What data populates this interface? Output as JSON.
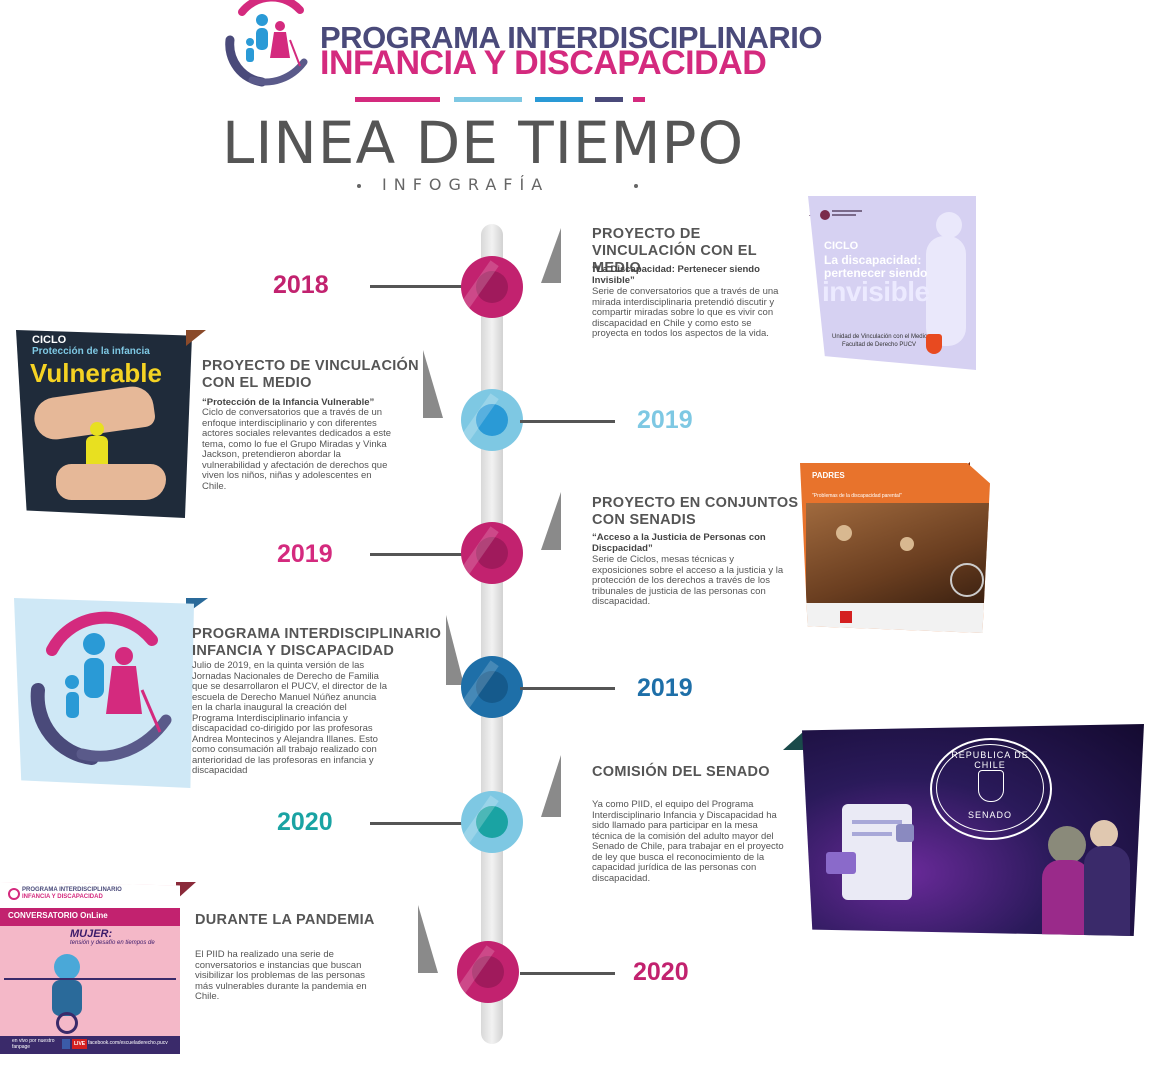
{
  "header": {
    "logo_line1": "PROGRAMA INTERDISCIPLINARIO",
    "logo_line2": "INFANCIA Y DISCAPACIDAD",
    "title": "LINEA DE TIEMPO",
    "subtitle": "INFOGRAFÍA",
    "dash_colors": [
      "#d42a7e",
      "#7ec8e3",
      "#2a9ad6",
      "#4a4a7a",
      "#d42a7e"
    ]
  },
  "colors": {
    "magenta": "#c2226f",
    "light_blue": "#7ec8e3",
    "blue": "#1f8bd6",
    "dark_blue": "#1e6fa8",
    "teal": "#1aa3a3",
    "pink": "#d42a7e"
  },
  "events": [
    {
      "year": "2018",
      "heading": "PROYECTO DE VINCULACIÓN CON EL MEDIO",
      "quote": "“La Discapacidad: Pertenecer siendo Invisible”",
      "body": "Serie de conversatorios que a través de una mirada interdisciplinaria pretendió discutir y compartir miradas sobre lo que es vivir con discapacidad en Chile y como esto se proyecta en todos los aspectos de la vida."
    },
    {
      "year": "2019",
      "heading": "PROYECTO DE VINCULACIÓN CON EL MEDIO",
      "quote": "“Protección de la Infancia Vulnerable”",
      "body": "Ciclo de conversatorios que a través de un enfoque interdisciplinario y con diferentes actores sociales relevantes dedicados a este tema, como lo fue el Grupo Miradas y Vinka Jackson, pretendieron abordar la vulnerabilidad y afectación de derechos que viven los niños, niñas y adolescentes en Chile."
    },
    {
      "year": "2019",
      "heading": "PROYECTO EN CONJUNTOS CON SENADIS",
      "quote": "“Acceso a la Justicia de Personas con Discpacidad”",
      "body": "Serie de Ciclos, mesas técnicas y exposiciones sobre el acceso a la justicia y la protección de los derechos a través de los tribunales de justicia de las personas con discapacidad."
    },
    {
      "year": "2019",
      "heading": "PROGRAMA INTERDISCIPLINARIO INFANCIA Y DISCAPACIDAD",
      "body": "Julio de 2019, en la quinta versión de las Jornadas Nacionales de Derecho de Familia que se desarrollaron el PUCV, el director de la escuela de Derecho Manuel Núñez anuncia en la charla inaugural la creación del Programa Interdisciplinario infancia y discapacidad co-dirigido por las profesoras Andrea Montecinos y Alejandra Illanes. Esto como consumación all trabajo realizado con anterioridad de las profesoras en infancia y discapacidad"
    },
    {
      "year": "2020",
      "heading": "COMISIÓN DEL SENADO",
      "body": "Ya como PIID, el equipo del Programa Interdisciplinario Infancia y Discapacidad ha sido llamado para participar en la mesa técnica de la comisión del adulto mayor del Senado de Chile, para trabajar en el proyecto de ley que busca el reconocimiento de la capacidad jurídica de las personas con discapacidad."
    },
    {
      "year": "2020",
      "heading": "DURANTE LA PANDEMIA",
      "body": "El PIID ha realizado una serie de conversatorios e instancias que buscan visibilizar los problemas de las personas más vulnerables durante la pandemia en Chile."
    }
  ],
  "cards": {
    "invisible": {
      "label": "CICLO",
      "line": "La discapacidad:",
      "line2": "pertenecer siendo",
      "big": "invisible",
      "footer1": "Unidad de Vinculación con el Medio",
      "footer2": "Facultad de Derecho PUCV"
    },
    "vulnerable": {
      "label": "CICLO",
      "line": "Protección de la infancia",
      "big": "Vulnerable"
    },
    "senadis": {
      "top": "PADRES",
      "caption": "\"Problemas de la discapacidad parental\""
    },
    "senado": {
      "seal_top": "REPUBLICA DE CHILE",
      "seal_bottom": "SENADO"
    },
    "pandemia": {
      "header1": "PROGRAMA INTERDISCIPLINARIO",
      "header2": "INFANCIA Y DISCAPACIDAD",
      "bar": "CONVERSATORIO OnLine",
      "title": "MUJER:",
      "subtitle": "tensión y desafío en tiempos de",
      "footer_left": "en vivo por nuestro fanpage",
      "live": "LIVE",
      "footer_right": "facebook.com/escueladerecho.pucv"
    }
  }
}
